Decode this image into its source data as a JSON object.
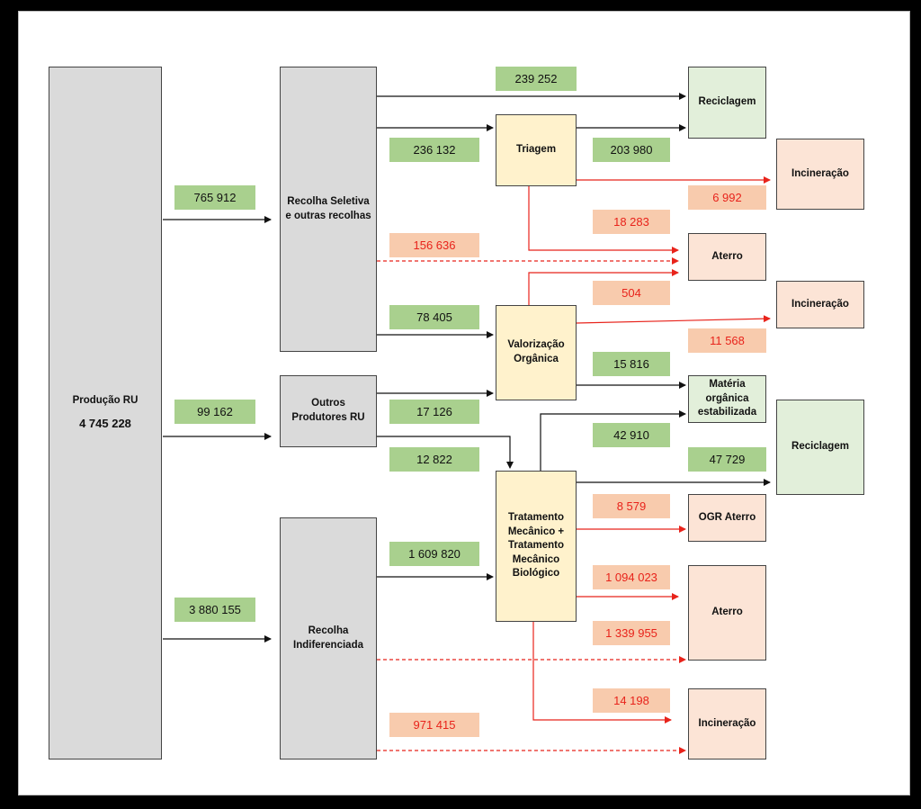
{
  "nodes": {
    "producao": {
      "title": "Produção RU",
      "value": "4 745 228"
    },
    "recolha_seletiva": "Recolha Seletiva e outras recolhas",
    "outros_produtores": "Outros Produtores RU",
    "recolha_indiferenciada": "Recolha Indiferenciada",
    "triagem": "Triagem",
    "valorizacao": "Valorização Orgânica",
    "tratamento": "Tratamento Mecânico + Tratamento Mecânico Biológico",
    "reciclagem_1": "Reciclagem",
    "incineracao_1": "Incineração",
    "aterro_1": "Aterro",
    "incineracao_2": "Incineração",
    "materia_organica": "Matéria orgânica estabilizada",
    "reciclagem_2": "Reciclagem",
    "ogr_aterro": "OGR Aterro",
    "aterro_2": "Aterro",
    "incineracao_3": "Incineração"
  },
  "flows": {
    "prod_to_seletiva": "765 912",
    "prod_to_outros": "99 162",
    "prod_to_indif": "3 880 155",
    "seletiva_to_reciclagem": "239 252",
    "seletiva_to_triagem": "236 132",
    "triagem_to_reciclagem": "203 980",
    "triagem_to_incineracao": "6 992",
    "triagem_to_aterro": "18 283",
    "seletiva_to_aterro": "156 636",
    "valorizacao_to_aterro": "504",
    "valorizacao_to_incineracao": "11 568",
    "seletiva_to_valorizacao": "78 405",
    "valorizacao_to_materia": "15 816",
    "outros_to_valorizacao": "17 126",
    "outros_to_tratamento": "12 822",
    "tratamento_to_materia": "42 910",
    "tratamento_to_reciclagem": "47 729",
    "tratamento_to_ogr": "8 579",
    "indif_to_tratamento": "1 609 820",
    "tratamento_to_aterro": "1 094 023",
    "indif_to_aterro": "1 339 955",
    "tratamento_to_incineracao": "14 198",
    "indif_to_incineracao": "971 415"
  },
  "colors": {
    "material_flow": "#111111",
    "residual_flow": "#e8231b",
    "label_green": "#a9d08e",
    "label_red": "#f8cbad",
    "process_grey": "#dadada",
    "process_yellow": "#fff2cc",
    "dest_green": "#e2efda",
    "dest_peach": "#fce4d6"
  }
}
